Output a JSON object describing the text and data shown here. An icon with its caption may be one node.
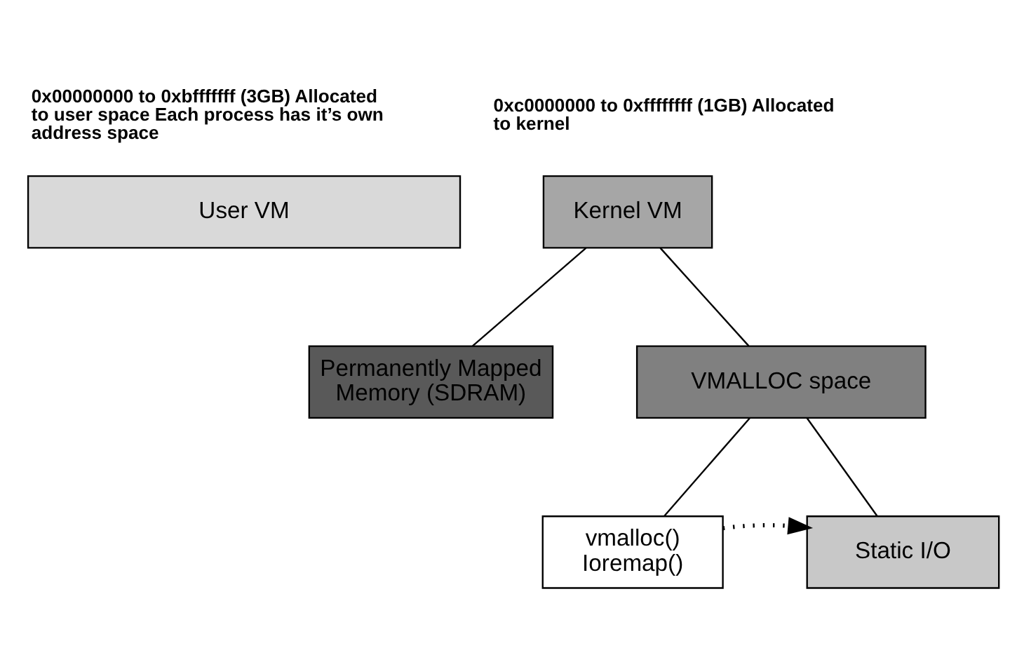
{
  "diagram": {
    "nodes": [
      {
        "text": [
          "User VM"
        ],
        "beside": [
          "0x00000000 to 0xbfffffff (3GB) Allocated to user space Each process has it’s own address space"
        ]
      },
      {
        "text": [
          "Kernel VM"
        ],
        "beside": [
          "0xc0000000 to 0xffffffff (1GB) Allocated to kernel"
        ]
      },
      {
        "text": [
          "Permanently Mapped Memory (SDRAM)"
        ]
      },
      {
        "text": [
          "VMALLOC space"
        ]
      },
      {
        "text": [
          "vmalloc() Ioremap()"
        ]
      },
      {
        "text": [
          "Static I/O"
        ]
      }
    ],
    "edges": [
      {
        "from": 1,
        "to": 2,
        "arrow": "none"
      },
      {
        "from": 1,
        "to": 3,
        "arrow": "none"
      },
      {
        "from": 3,
        "to": 4,
        "arrow": "none"
      },
      {
        "from": 3,
        "to": 5,
        "arrow": "none"
      },
      {
        "from": 4,
        "to": 5,
        "arrow": "to",
        "style": "dashed"
      }
    ]
  }
}
